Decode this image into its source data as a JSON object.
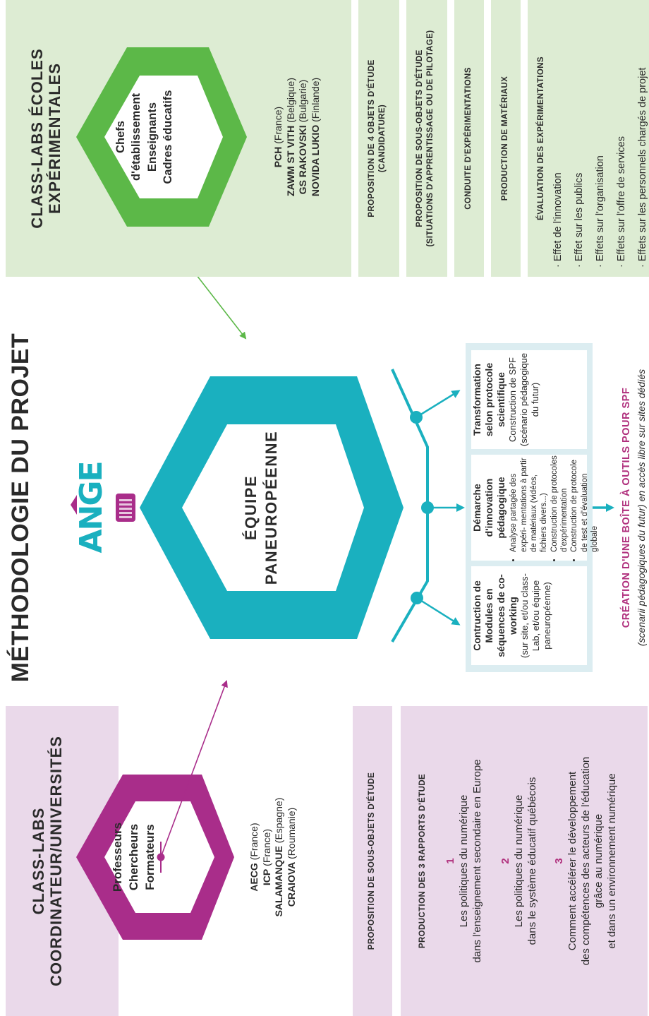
{
  "main_title": "MÉTHODOLOGIE DU PROJET",
  "logo": {
    "text": "ANGE",
    "icon": "keyboard-mortarboard-logo",
    "color": "#1ab0bf"
  },
  "colors": {
    "purple": "#a92d8a",
    "purple_light": "#ead9ea",
    "teal": "#1ab0bf",
    "green": "#5cb848",
    "green_light": "#ddecd3"
  },
  "left": {
    "title_line1": "CLASS-LABS",
    "title_line2": "COORDINATEUR/UNIVERSITÉS",
    "hexagon": [
      "Professeurs",
      "Chercheurs",
      "Formateurs"
    ],
    "partners": [
      {
        "name": "AECG",
        "country": "(France)"
      },
      {
        "name": "ICP",
        "country": "(France)"
      },
      {
        "name": "SALAMANQUE",
        "country": "(Espagne)"
      },
      {
        "name": "CRAIOVA",
        "country": "(Roumanie)"
      }
    ],
    "box1": "PROPOSITION DE SOUS-OBJETS D'ÉTUDE",
    "box2_title": "PRODUCTION DES 3 RAPPORTS D'ÉTUDE",
    "rapports": [
      {
        "num": "1",
        "lines": [
          "Les politiques du numérique",
          "dans l'enseignement secondaire en Europe"
        ]
      },
      {
        "num": "2",
        "lines": [
          "Les politiques du numérique",
          "dans le système éducatif québécois"
        ]
      },
      {
        "num": "3",
        "lines": [
          "Comment accélérer le développement",
          "des compétences des acteurs de l'éducation",
          "grâce au numérique",
          "et dans un environnement numérique"
        ]
      }
    ]
  },
  "center": {
    "hexagon": [
      "ÉQUIPE",
      "PANEUROPÉENNE"
    ],
    "columns": [
      {
        "title": "Contruction de Modules en séquences de co-working",
        "body": "(sur site, et/ou class-Lab, et/ou équipe paneuropéenne)"
      },
      {
        "title": "Démarche d'innovation pédagogique",
        "bullets": [
          "Analyse partagée des expéri- mentations à partir de matériaux (vidéos, fichiers divers...)",
          "Construction de protocoles d'expérimentation",
          "Construction de protocole de test et d'évaluation globale"
        ]
      },
      {
        "title": "Transformation selon protocole scientifique",
        "body": "Construction de SPF (scénario pédagogique du futur)"
      }
    ],
    "output_title": "CRÉATION D'UNE BOÎTE À OUTILS POUR SPF",
    "output_subtitle": "(scenarii pédagogiques du futur) en accès libre sur sites dédiés"
  },
  "right": {
    "title_line1": "CLASS-LABS ÉCOLES",
    "title_line2": "EXPÉRIMENTALES",
    "hexagon": [
      "Chefs",
      "d'établissement",
      "Enseignants",
      "Cadres éducatifs"
    ],
    "partners": [
      {
        "name": "PCH",
        "country": "(France)"
      },
      {
        "name": "ZAWM ST VITH",
        "country": "(Belgique)"
      },
      {
        "name": "GS RAKOVSKI",
        "country": "(Bulgarie)"
      },
      {
        "name": "NOVIDA LUKIO",
        "country": "(Finlande)"
      }
    ],
    "box1": [
      "PROPOSITION DE 4 OBJETS D'ÉTUDE",
      "(CANDIDATURE)"
    ],
    "box2": [
      "PROPOSITION DE SOUS-OBJETS D'ÉTUDE",
      "(SITUATIONS D'APPRENTISSAGE OU DE PILOTAGE)"
    ],
    "box3": "CONDUITE D'EXPÉRIMENTATIONS",
    "box4": "PRODUCTION DE MATÉRIAUX",
    "box5_title": "ÉVALUATION DES EXPÉRIMENTATIONS",
    "evaluations": [
      "· Effet de l'innovation",
      "· Effet sur les publics",
      "· Effets sur l'organisation",
      "· Effets sur l'offre de services",
      "· Effets sur les personnels chargés de projet"
    ]
  }
}
